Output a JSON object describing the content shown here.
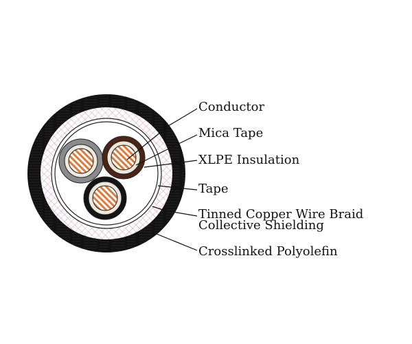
{
  "labels": {
    "conductor": "Conductor",
    "mica_tape": "Mica Tape",
    "xlpe_insulation": "XLPE Insulation",
    "tape": "Tape",
    "braid_line1": "Tinned Copper Wire Braid",
    "braid_line2": "Collective Shielding",
    "sheath": "Crosslinked Polyolefin"
  },
  "colors": {
    "sheath": "#111111",
    "braid": "#d99aa6",
    "core_gray": "#8a8a8c",
    "core_brown": "#4a2414",
    "core_black": "#141414",
    "insulation": "#ece8dc",
    "copper": "#e07a3a"
  }
}
